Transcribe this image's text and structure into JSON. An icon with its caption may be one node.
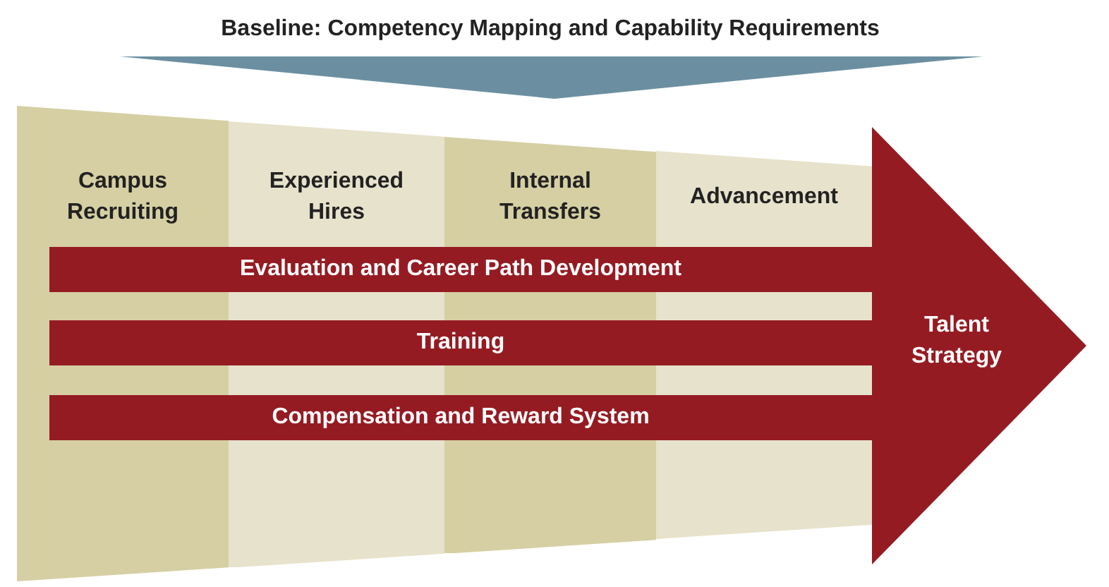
{
  "diagram": {
    "nodes": [
      {
        "text": [
          "Baseline: Competency Mapping and Capability Requirements"
        ]
      },
      {
        "text": [
          "Campus Recruiting"
        ]
      },
      {
        "text": [
          "Experienced Hires"
        ]
      },
      {
        "text": [
          "Internal Transfers"
        ]
      },
      {
        "text": [
          "Advancement"
        ]
      },
      {
        "text": [
          "Evaluation and Career Path Development"
        ]
      },
      {
        "text": [
          "Training"
        ]
      },
      {
        "text": [
          "Compensation and Reward System"
        ]
      },
      {
        "text": [
          "Talent Strategy"
        ]
      }
    ]
  }
}
